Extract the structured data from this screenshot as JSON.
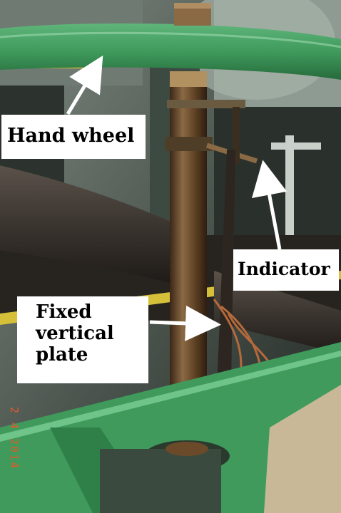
{
  "labels": {
    "hand_wheel": "Hand wheel",
    "indicator": "Indicator",
    "fixed_vertical_plate": [
      "Fixed",
      "vertical",
      "plate"
    ]
  },
  "date_stamp": "2 4 2014",
  "colors": {
    "wheel_green": "#3f9a5c",
    "rod_brown": "#6b4a2a",
    "pipe_dark": "#3b3530",
    "label_bg": "#ffffff",
    "arrow": "#ffffff",
    "stamp": "#e05a2a"
  }
}
